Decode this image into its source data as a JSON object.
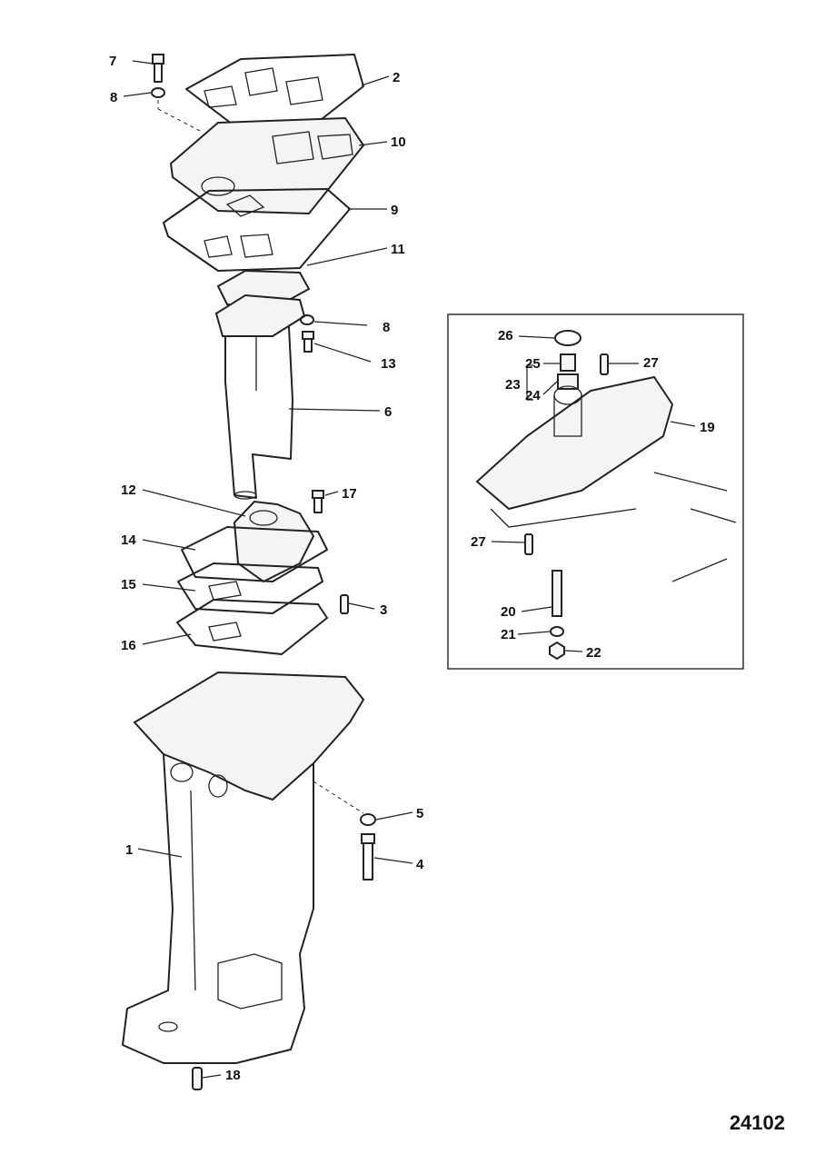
{
  "diagram_id": "24102",
  "callouts": {
    "c1": "1",
    "c2": "2",
    "c3": "3",
    "c4": "4",
    "c5": "5",
    "c6": "6",
    "c7": "7",
    "c8a": "8",
    "c8b": "8",
    "c9": "9",
    "c10": "10",
    "c11": "11",
    "c12": "12",
    "c13": "13",
    "c14": "14",
    "c15": "15",
    "c16": "16",
    "c17": "17",
    "c18": "18",
    "c19": "19",
    "c20": "20",
    "c21": "21",
    "c22": "22",
    "c23": "23",
    "c24": "24",
    "c25": "25",
    "c26": "26",
    "c27a": "27",
    "c27b": "27"
  }
}
